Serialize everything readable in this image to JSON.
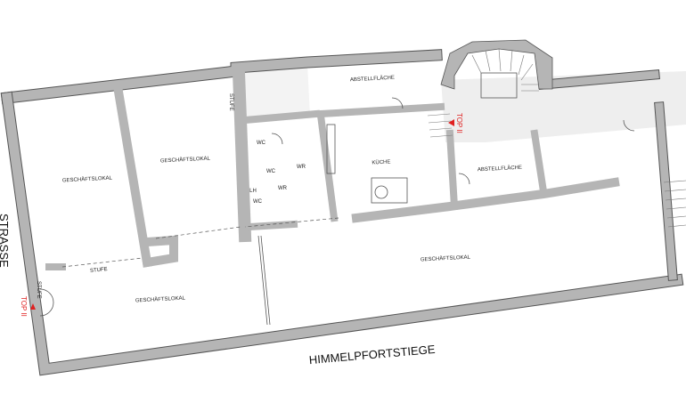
{
  "plan": {
    "streets": {
      "left": "STRASSE",
      "bottom": "HIMMELPFORTSTIEGE"
    },
    "rooms": {
      "shop_left": "GESCHÄFTSLOKAL",
      "shop_middle": "GESCHÄFTSLOKAL",
      "shop_bottom_left": "GESCHÄFTSLOKAL",
      "shop_large": "GESCHÄFTSLOKAL",
      "storage_top": "ABSTELLFLÄCHE",
      "kitchen": "KÜCHE",
      "storage_right": "ABSTELLFLÄCHE",
      "wc1": "WC",
      "wc2": "WC",
      "wc3": "WC",
      "lh": "LH",
      "wr1": "WR",
      "wr2": "WR"
    },
    "steps": {
      "top": "STUFE",
      "middle": "STUFE",
      "entrance": "STUFE"
    },
    "entrances": {
      "left": "TOP II",
      "stair": "TOP II"
    },
    "accent_color": "#e02020"
  }
}
